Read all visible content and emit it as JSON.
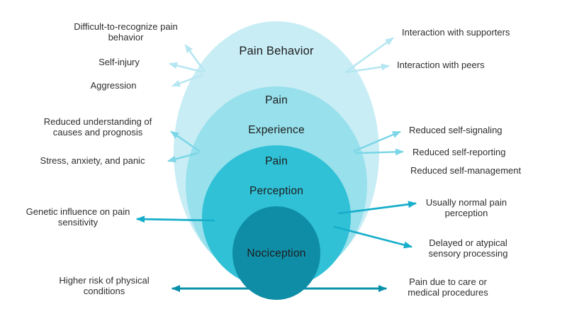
{
  "diagram": {
    "type": "nested-ellipse-diagram",
    "topic": "Pain processing layers"
  },
  "colors": {
    "layer1": "#c8edf5",
    "layer2": "#97e0ec",
    "layer3": "#30c1d6",
    "layer4": "#0f8da7",
    "arrow1": "#b5e6f1",
    "arrow2": "#7cd6e7",
    "arrow3": "#17aeca",
    "arrow4": "#0b90ab",
    "text": "#2e2e2e"
  },
  "layers": {
    "behavior": {
      "label": "Pain Behavior"
    },
    "experience": {
      "line1": "Pain",
      "line2": "Experience"
    },
    "perception": {
      "line1": "Pain",
      "line2": "Perception"
    },
    "nociception": {
      "label": "Nociception"
    }
  },
  "left": {
    "difficult": "Difficult-to-recognize pain behavior",
    "self_injury": "Self-injury",
    "aggression": "Aggression",
    "understanding": "Reduced understanding of causes and prognosis",
    "stress": "Stress, anxiety, and panic",
    "genetic": "Genetic influence on pain sensitivity",
    "physical": "Higher risk of physical conditions"
  },
  "right": {
    "supporters": "Interaction with supporters",
    "peers": "Interaction with peers",
    "signaling": "Reduced self-signaling",
    "reporting": "Reduced self-reporting",
    "management": "Reduced self-management",
    "normal_perception": "Usually normal pain perception",
    "delayed": "Delayed or atypical sensory processing",
    "care": "Pain due to care or medical procedures"
  }
}
